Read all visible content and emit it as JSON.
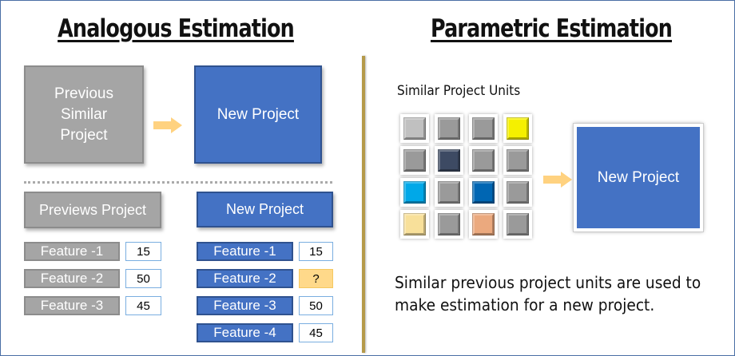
{
  "analogous": {
    "title": "Analogous Estimation",
    "previous_box": "Previous Similar Project",
    "new_box": "New Project",
    "left_header": "Previews Project",
    "right_header": "New Project",
    "left_features": [
      {
        "label": "Feature -1",
        "value": "15"
      },
      {
        "label": "Feature -2",
        "value": "50"
      },
      {
        "label": "Feature -3",
        "value": "45"
      }
    ],
    "right_features": [
      {
        "label": "Feature -1",
        "value": "15"
      },
      {
        "label": "Feature -2",
        "value": "?"
      },
      {
        "label": "Feature -3",
        "value": "50"
      },
      {
        "label": "Feature -4",
        "value": "45"
      }
    ]
  },
  "parametric": {
    "title": "Parametric Estimation",
    "units_label": "Similar Project Units",
    "new_box": "New Project",
    "description": "Similar previous project units are used to make estimation for a new project.",
    "unit_colors": [
      "#c0c0c0",
      "#9a9a9a",
      "#9a9a9a",
      "#f5f000",
      "#9a9a9a",
      "#3d4a63",
      "#9a9a9a",
      "#9a9a9a",
      "#00a8e8",
      "#9a9a9a",
      "#0066b3",
      "#9a9a9a",
      "#f8e09a",
      "#9a9a9a",
      "#eba97e",
      "#9a9a9a"
    ]
  },
  "colors": {
    "grey": "#a5a5a5",
    "blue": "#4472c4",
    "arrow": "#ffd280",
    "divider": "#b59a4a"
  }
}
